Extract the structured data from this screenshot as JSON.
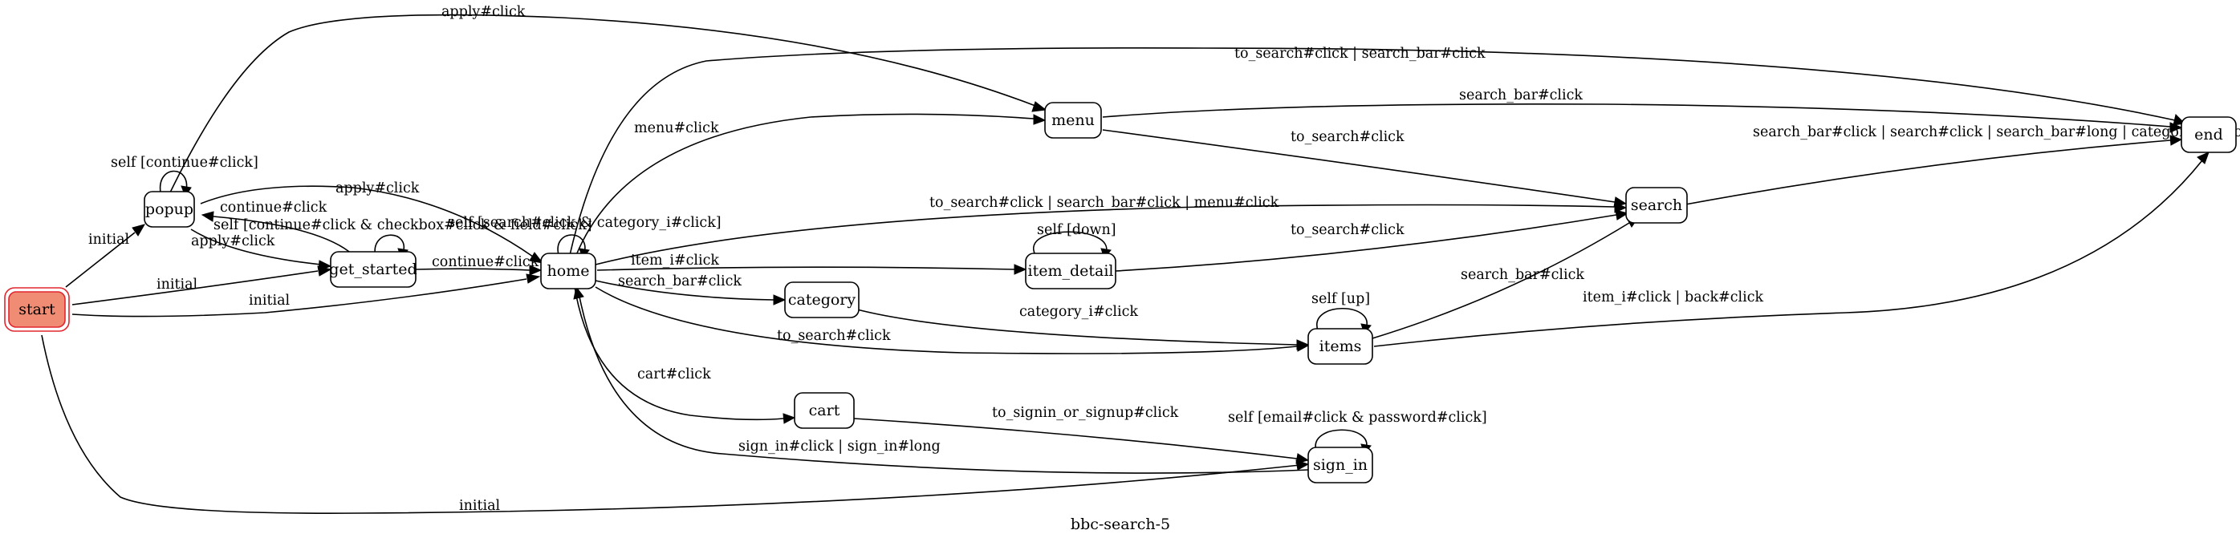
{
  "diagram": {
    "caption": "bbc-search-5",
    "start_fill": "#f08c73",
    "start_border": "#e0262f",
    "nodes": {
      "start": "start",
      "popup": "popup",
      "get_started": "get_started",
      "home": "home",
      "menu": "menu",
      "item_detail": "item_detail",
      "category": "category",
      "items": "items",
      "cart": "cart",
      "sign_in": "sign_in",
      "search": "search",
      "end": "end"
    },
    "edges": {
      "start_popup": "initial",
      "start_get_started": "initial",
      "start_home": "initial",
      "start_sign_in": "initial",
      "popup_self": "self [continue#click]",
      "popup_menu": "apply#click",
      "popup_home": "apply#click",
      "popup_get_started": "apply#click",
      "get_started_popup": "continue#click",
      "get_started_self": "self [continue#click & checkbox#click & field#click]",
      "get_started_home": "continue#click",
      "home_self": "self [search#click & category_i#click]",
      "home_menu": "menu#click",
      "home_end": "to_search#click | search_bar#click",
      "home_search": "to_search#click | search_bar#click | menu#click",
      "home_item_detail": "item_i#click",
      "home_category": "search_bar#click",
      "home_items": "to_search#click",
      "home_cart": "cart#click",
      "menu_end": "search_bar#click",
      "menu_search": "to_search#click",
      "item_detail_self": "self [down]",
      "item_detail_search": "to_search#click",
      "category_items": "category_i#click",
      "items_self": "self [up]",
      "items_search": "search_bar#click",
      "items_end": "item_i#click | back#click",
      "search_end": "search_bar#click | search#click | search_bar#long | category_i#click",
      "cart_sign_in": "to_signin_or_signup#click",
      "sign_in_self": "self [email#click & password#click]",
      "sign_in_home": "sign_in#click | sign_in#long"
    }
  }
}
